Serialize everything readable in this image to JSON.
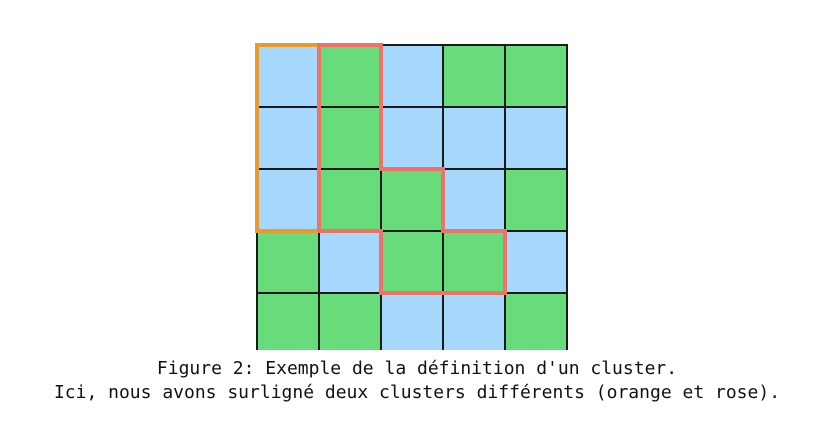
{
  "grid": {
    "rows": 5,
    "cols": 5,
    "cells": [
      [
        "blue",
        "green",
        "blue",
        "green",
        "green"
      ],
      [
        "blue",
        "green",
        "blue",
        "blue",
        "blue"
      ],
      [
        "blue",
        "green",
        "green",
        "blue",
        "green"
      ],
      [
        "green",
        "blue",
        "green",
        "green",
        "blue"
      ],
      [
        "green",
        "green",
        "blue",
        "blue",
        "green"
      ]
    ]
  },
  "colors": {
    "blue": "#a6d8fe",
    "green": "#68dc7a",
    "grid_line": "#1a1a1a",
    "cluster_orange": "#e89b2c",
    "cluster_pink": "#f0716a"
  },
  "clusters": [
    {
      "color": "cluster_orange",
      "cells": [
        [
          0,
          0
        ],
        [
          1,
          0
        ],
        [
          2,
          0
        ]
      ]
    },
    {
      "color": "cluster_pink",
      "cells": [
        [
          0,
          1
        ],
        [
          1,
          1
        ],
        [
          2,
          1
        ],
        [
          2,
          2
        ],
        [
          3,
          2
        ],
        [
          3,
          3
        ]
      ]
    }
  ],
  "caption": {
    "line1": "Figure 2: Exemple de la définition d'un cluster.",
    "line2": "Ici, nous avons surligné deux clusters différents (orange et rose)."
  }
}
